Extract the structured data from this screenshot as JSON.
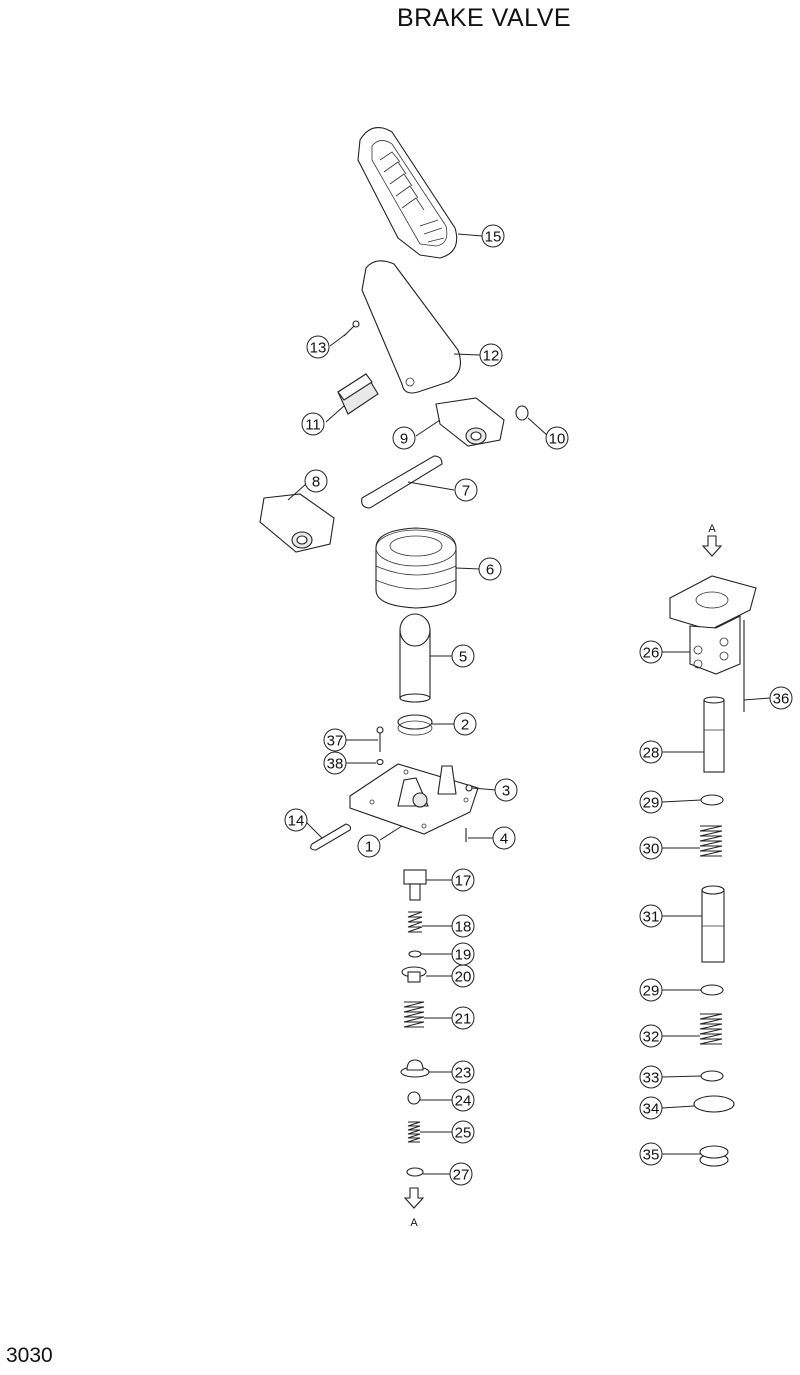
{
  "title": "BRAKE VALVE",
  "page_number": "3030",
  "view_markers": {
    "top": "A",
    "bottom": "A"
  },
  "callouts": {
    "c1": "1",
    "c2": "2",
    "c3": "3",
    "c4": "4",
    "c5": "5",
    "c6": "6",
    "c7": "7",
    "c8": "8",
    "c9": "9",
    "c10": "10",
    "c11": "11",
    "c12": "12",
    "c13": "13",
    "c14": "14",
    "c15": "15",
    "c17": "17",
    "c18": "18",
    "c19": "19",
    "c20": "20",
    "c21": "21",
    "c23": "23",
    "c24": "24",
    "c25": "25",
    "c26": "26",
    "c27": "27",
    "c28": "28",
    "c29a": "29",
    "c29b": "29",
    "c30": "30",
    "c31": "31",
    "c32": "32",
    "c33": "33",
    "c34": "34",
    "c35": "35",
    "c36": "36",
    "c37": "37",
    "c38": "38"
  }
}
